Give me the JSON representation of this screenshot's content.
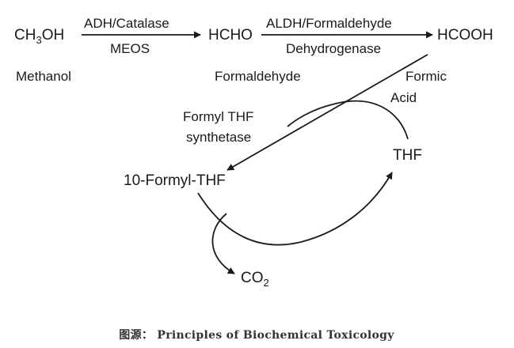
{
  "compounds": {
    "methanol_formula": {
      "main": "CH",
      "sub": "3",
      "tail": "OH"
    },
    "methanol_name": "Methanol",
    "formaldehyde_formula": "HCHO",
    "formaldehyde_name": "Formaldehyde",
    "formic_formula": "HCOOH",
    "formic_name_1": "Formic",
    "formic_name_2": "Acid",
    "formyl_thf": "10-Formyl-THF",
    "thf": "THF",
    "co2": {
      "main": "CO",
      "sub": "2"
    }
  },
  "enzymes": {
    "step1_above": "ADH/Catalase",
    "step1_below": "MEOS",
    "step2_above": "ALDH/Formaldehyde",
    "step2_below": "Dehydrogenase",
    "synthetase_1": "Formyl THF",
    "synthetase_2": "synthetase"
  },
  "caption": "图源： Principles of Biochemical Toxicology",
  "colors": {
    "ink": "#1a1a1a",
    "caption": "#333333",
    "background": "#ffffff"
  }
}
